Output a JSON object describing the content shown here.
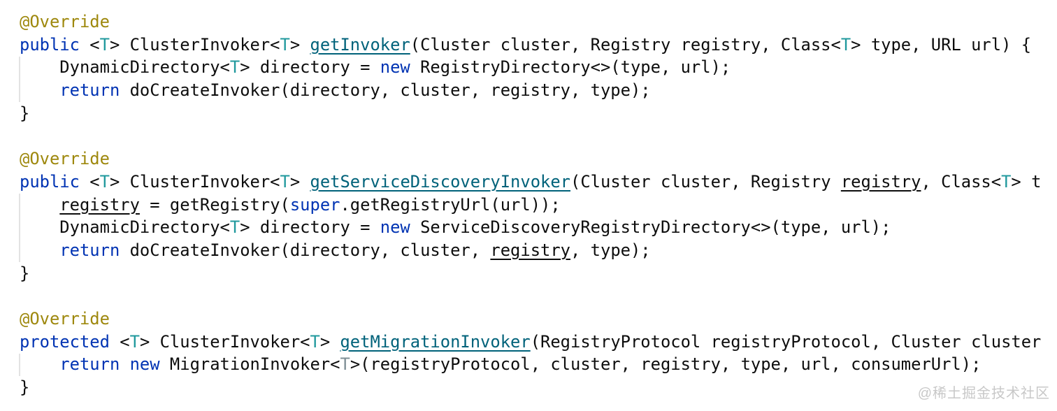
{
  "editor": {
    "watermark": "@稀土掘金技术社区",
    "colors": {
      "annotation": "#9E880D",
      "keyword": "#0033B3",
      "method": "#00627A",
      "typeParam": "#20999D",
      "default": "#0D0D0D",
      "grayType": "#7E8F96"
    },
    "lines": [
      {
        "segments": [
          {
            "text": "@Override",
            "style": "annotation"
          }
        ]
      },
      {
        "segments": [
          {
            "text": "public",
            "style": "keyword"
          },
          {
            "text": " <",
            "style": "default"
          },
          {
            "text": "T",
            "style": "typeParam"
          },
          {
            "text": "> ClusterInvoker<",
            "style": "default"
          },
          {
            "text": "T",
            "style": "typeParam"
          },
          {
            "text": "> ",
            "style": "default"
          },
          {
            "text": "getInvoker",
            "style": "method",
            "underline": true
          },
          {
            "text": "(Cluster cluster, Registry registry, Class<",
            "style": "default"
          },
          {
            "text": "T",
            "style": "typeParam"
          },
          {
            "text": "> type, URL url) {",
            "style": "default"
          }
        ]
      },
      {
        "segments": [
          {
            "text": "    DynamicDirectory<",
            "style": "default"
          },
          {
            "text": "T",
            "style": "typeParam"
          },
          {
            "text": "> directory = ",
            "style": "default"
          },
          {
            "text": "new",
            "style": "keyword"
          },
          {
            "text": " RegistryDirectory<>(type, url);",
            "style": "default"
          }
        ]
      },
      {
        "segments": [
          {
            "text": "    ",
            "style": "default"
          },
          {
            "text": "return",
            "style": "keyword"
          },
          {
            "text": " doCreateInvoker(directory, cluster, registry, type);",
            "style": "default"
          }
        ]
      },
      {
        "segments": [
          {
            "text": "}",
            "style": "default"
          }
        ]
      },
      {
        "segments": []
      },
      {
        "segments": [
          {
            "text": "@Override",
            "style": "annotation"
          }
        ]
      },
      {
        "segments": [
          {
            "text": "public",
            "style": "keyword"
          },
          {
            "text": " <",
            "style": "default"
          },
          {
            "text": "T",
            "style": "typeParam"
          },
          {
            "text": "> ClusterInvoker<",
            "style": "default"
          },
          {
            "text": "T",
            "style": "typeParam"
          },
          {
            "text": "> ",
            "style": "default"
          },
          {
            "text": "getServiceDiscoveryInvoker",
            "style": "method",
            "underline": true
          },
          {
            "text": "(Cluster cluster, Registry ",
            "style": "default"
          },
          {
            "text": "registry",
            "style": "default",
            "underline": true
          },
          {
            "text": ", Class<",
            "style": "default"
          },
          {
            "text": "T",
            "style": "typeParam"
          },
          {
            "text": "> t",
            "style": "default"
          }
        ]
      },
      {
        "segments": [
          {
            "text": "    ",
            "style": "default"
          },
          {
            "text": "registry",
            "style": "default",
            "underline": true
          },
          {
            "text": " = getRegistry(",
            "style": "default"
          },
          {
            "text": "super",
            "style": "keyword"
          },
          {
            "text": ".getRegistryUrl(url));",
            "style": "default"
          }
        ]
      },
      {
        "segments": [
          {
            "text": "    DynamicDirectory<",
            "style": "default"
          },
          {
            "text": "T",
            "style": "typeParam"
          },
          {
            "text": "> directory = ",
            "style": "default"
          },
          {
            "text": "new",
            "style": "keyword"
          },
          {
            "text": " ServiceDiscoveryRegistryDirectory<>(type, url);",
            "style": "default"
          }
        ]
      },
      {
        "segments": [
          {
            "text": "    ",
            "style": "default"
          },
          {
            "text": "return",
            "style": "keyword"
          },
          {
            "text": " doCreateInvoker(directory, cluster, ",
            "style": "default"
          },
          {
            "text": "registry",
            "style": "default",
            "underline": true
          },
          {
            "text": ", type);",
            "style": "default"
          }
        ]
      },
      {
        "segments": [
          {
            "text": "}",
            "style": "default"
          }
        ]
      },
      {
        "segments": []
      },
      {
        "segments": [
          {
            "text": "@Override",
            "style": "annotation"
          }
        ]
      },
      {
        "segments": [
          {
            "text": "protected",
            "style": "keyword"
          },
          {
            "text": " <",
            "style": "default"
          },
          {
            "text": "T",
            "style": "typeParam"
          },
          {
            "text": "> ClusterInvoker<",
            "style": "default"
          },
          {
            "text": "T",
            "style": "typeParam"
          },
          {
            "text": "> ",
            "style": "default"
          },
          {
            "text": "getMigrationInvoker",
            "style": "method",
            "underline": true
          },
          {
            "text": "(RegistryProtocol registryProtocol, Cluster cluster",
            "style": "default"
          }
        ]
      },
      {
        "segments": [
          {
            "text": "    ",
            "style": "default"
          },
          {
            "text": "return",
            "style": "keyword"
          },
          {
            "text": " ",
            "style": "default"
          },
          {
            "text": "new",
            "style": "keyword"
          },
          {
            "text": " MigrationInvoker<",
            "style": "default"
          },
          {
            "text": "T",
            "style": "grayType"
          },
          {
            "text": ">(registryProtocol, cluster, registry, type, url, consumerUrl);",
            "style": "default"
          }
        ]
      },
      {
        "segments": [
          {
            "text": "}",
            "style": "default"
          }
        ]
      }
    ]
  }
}
